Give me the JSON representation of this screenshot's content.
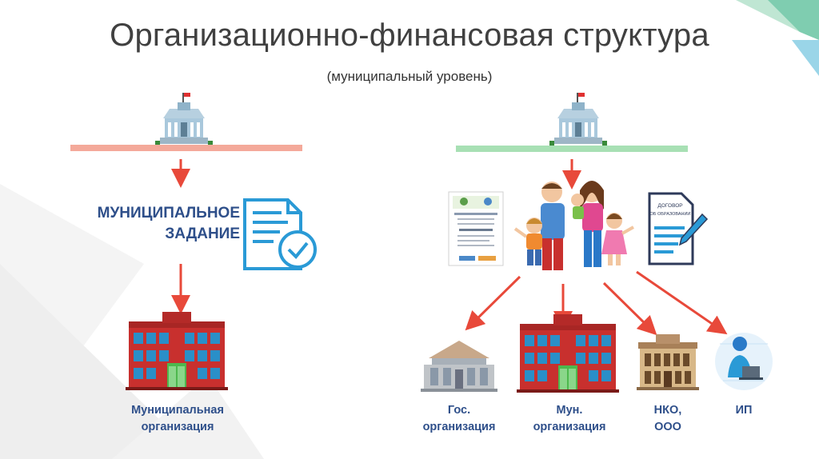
{
  "title": "Организационно-финансовая структура",
  "subtitle": "(муниципальный уровень)",
  "left": {
    "task_line1": "МУНИЦИПАЛЬНОЕ",
    "task_line2": "ЗАДАНИЕ",
    "org_line1": "Муниципальная",
    "org_line2": "организация"
  },
  "right": {
    "contract_line1": "ДОГОВОР",
    "contract_line2": "ОБ ОБРАЗОВАНИИ",
    "targets": [
      {
        "line1": "Гос.",
        "line2": "организация"
      },
      {
        "line1": "Мун.",
        "line2": "организация"
      },
      {
        "line1": "НКО,",
        "line2": "ООО"
      },
      {
        "line1": "ИП",
        "line2": ""
      }
    ]
  },
  "colors": {
    "left_bar": "#f4a99a",
    "right_bar": "#a8e0b4",
    "arrow": "#e8493a",
    "label": "#2e4f8a",
    "icon_blue": "#2a9ad6"
  }
}
